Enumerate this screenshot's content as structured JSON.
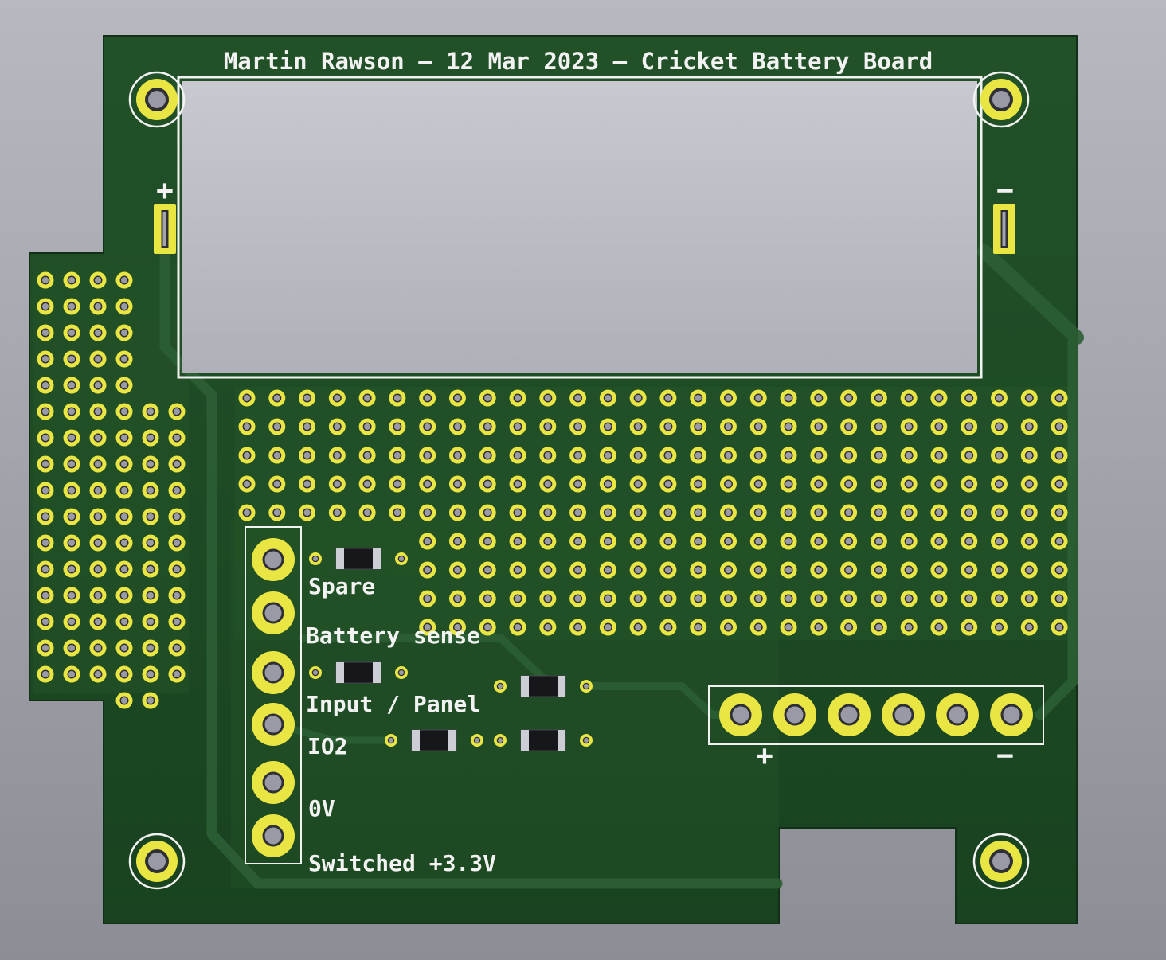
{
  "view": {
    "title_silkscreen": "Martin Rawson – 12 Mar 2023 – Cricket Battery Board"
  },
  "board": {
    "colors": {
      "substrate_top": "#225128",
      "substrate_bottom": "#194320",
      "copper_trace": "#2c5e34",
      "pad_yellow": "#e9e644",
      "silkscreen": "#f2f2f2",
      "hole_plating": "#9a9aa6",
      "battery_holder": "#bfbfc8",
      "viewer_bg_top": "#b8b8c0",
      "viewer_bg_bottom": "#8d8d96"
    },
    "battery_tabs": {
      "positive_mark": "+",
      "negative_mark": "−"
    },
    "left_connector": {
      "pins": [
        {
          "label": "Spare"
        },
        {
          "label": "Battery sense"
        },
        {
          "label": "Input / Panel"
        },
        {
          "label": "IO2"
        },
        {
          "label": "0V"
        },
        {
          "label": "Switched +3.3V"
        }
      ]
    },
    "bottom_connector": {
      "positive_mark": "+",
      "negative_mark": "−"
    }
  }
}
